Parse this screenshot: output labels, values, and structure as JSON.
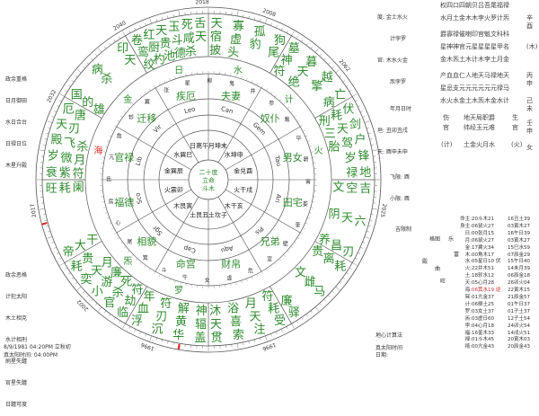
{
  "colors": {
    "star": "#2e8b2e",
    "line": "#555",
    "red": "#d22",
    "text": "#333"
  },
  "left_notes_good": [
    "政余重格",
    "日月御田",
    "水日合台",
    "日禄日位",
    "木星升殿"
  ],
  "left_notes_bad": [
    "政余恶格",
    "计犯太阳",
    "木土相克",
    "水计相刑",
    "刷星失躔",
    "官星失躔",
    "日躔可度"
  ],
  "bottom_left": {
    "date": "8/9/1981 04:20PM 立秋初",
    "solar_time": "真太阳时间: 04:00PM"
  },
  "years": [
    "2040",
    "2032",
    "2017",
    "2002",
    "1996",
    "2008",
    "2018",
    "2062",
    "2025",
    "1996"
  ],
  "houses": [
    [
      "天",
      "寡",
      "孤",
      "狗",
      "宿",
      "虚",
      "豹",
      "尾",
      "披",
      "头"
    ],
    [
      "墓",
      "暮",
      "越",
      "亡",
      "神",
      "天",
      "擎",
      "病",
      "符",
      "绝"
    ],
    [
      "伏",
      "剑",
      "户",
      "锋",
      "地",
      "耗",
      "天",
      "驾",
      "岁",
      "禄",
      "刑",
      "三",
      "胎"
    ],
    [
      "吉",
      "六",
      "刃",
      "空",
      "天",
      "昌",
      "文",
      "阴",
      "养"
    ],
    [
      "耗",
      "马",
      "驿",
      "离",
      "雌",
      "廉",
      "贵",
      "文"
    ],
    [
      "受",
      "注",
      "索",
      "贯",
      "耗",
      "天",
      "喜",
      "天",
      "符",
      "月",
      "浴",
      "沐"
    ],
    [
      "盖",
      "华",
      "沉",
      "浮",
      "辐",
      "黄",
      "刃",
      "血",
      "神",
      "解",
      "符",
      "年"
    ],
    [
      "临",
      "官",
      "小",
      "奕",
      "耗",
      "劫",
      "杀",
      "游",
      "天",
      "贵",
      "符",
      "死",
      "廉",
      "月"
    ],
    [
      "帝",
      "旺",
      "大",
      "耗",
      "干",
      "阑"
    ],
    [
      "衰",
      "岁",
      "殿",
      "天",
      "厄",
      "紫",
      "微",
      "飞",
      "刃",
      "唐",
      "符",
      "月",
      "杀"
    ],
    [
      "国",
      "病",
      "印",
      "的",
      "杀",
      "天",
      "雄"
    ],
    [
      "卷",
      "红",
      "天",
      "玉",
      "死",
      "舌",
      "鸾",
      "厨",
      "贵",
      "斗",
      "咸",
      "天",
      "绞",
      "杓",
      "池",
      "德",
      "杀"
    ]
  ],
  "ring_planets": [
    "日",
    "水",
    "计",
    "火",
    "",
    "",
    "",
    "罗",
    "炁",
    "",
    "海",
    "金"
  ],
  "palaces": [
    "疾厄",
    "夫妻",
    "奴仆",
    "男女",
    "田宅",
    "兄弟",
    "财帛",
    "命宫",
    "相貌",
    "福德",
    "官禄",
    "迁移"
  ],
  "signs": [
    "Leo",
    "Can",
    "Gem",
    "Tau",
    "Ari",
    "Pis",
    "Aqu",
    "Cap",
    "Sgr",
    "Sco",
    "Lib",
    "Vir"
  ],
  "branches": [
    "日离午",
    "月坤未",
    "水坤申",
    "金兑酉",
    "火干戌",
    "木干亥",
    "土坎子",
    "土艮丑",
    "木艮寅",
    "火震卯",
    "金巽辰",
    "水巽巳"
  ],
  "mansions": [
    "张",
    "星",
    "柳",
    "鬼",
    "井",
    "参",
    "觜",
    "毕",
    "昴",
    "胃",
    "娄",
    "奎",
    "壁",
    "室",
    "危",
    "虚",
    "女",
    "牛",
    "斗",
    "箕",
    "尾",
    "心",
    "房",
    "氐",
    "亢",
    "角",
    "轸",
    "翼"
  ],
  "center": {
    "line1": "二十度",
    "line2": "立命",
    "line3": "斗木"
  },
  "info": {
    "du": "度: 金土水火",
    "du2": "计孛罗",
    "guan": "官: 木水火金",
    "guan2": "炁孛罗",
    "ymdh": "年月日时",
    "yuan": "垣: 丑卯丑戌",
    "tian": "天: 酉申未申",
    "feixian": "飞限: 酉",
    "xiaoxian": "小限: 酉",
    "jixian": "吉限制"
  },
  "right_panel": [
    {
      "text": "权四口四朝贝吕吾尾福禄",
      "side": ""
    },
    {
      "text": "水月土金木木孛火罗计炁",
      "side": "辛酉"
    },
    {
      "text": "爵寡禄催喇印官魁文科科",
      "side": ""
    },
    {
      "text": "星神神官元星星星星甲名",
      "side": "(木)"
    },
    {
      "text": "金木炁土木计木孛土月金",
      "side": ""
    },
    {
      "text": "产血血仁人地天马禄地天",
      "side": "丙申"
    },
    {
      "text": "星忌支元元元元元元禄马",
      "side": ""
    },
    {
      "text": "水火水金土木炁木金水计",
      "side": "己未"
    }
  ],
  "right_lower": {
    "c1a": "伤",
    "c1b": "官",
    "c2a": "地天局职爵",
    "c2b": "纬经玉元难",
    "c3a": "生",
    "c3b": "官",
    "c4": "壬申",
    "c5": "(计)",
    "c6": "土金火月水",
    "c7": "(火)",
    "c8": "女"
  },
  "mid_labels": {
    "a": "格图",
    "b": "乐",
    "c": "富",
    "d": "殿",
    "e": "曲",
    "f": "旺",
    "g": "地心计算法",
    "h": "真太阳时间",
    "i": "日期:"
  },
  "positions": [
    [
      "命主:",
      "20斗木21",
      "16丑土39"
    ],
    [
      "身主:",
      "06鼠火27",
      "03寅木27"
    ],
    [
      "日:",
      "00张月15",
      "16午日39"
    ],
    [
      "月:",
      "06鼠火27",
      "03寅木27"
    ],
    [
      "金:",
      "17翼火34",
      "15巳水59"
    ],
    [
      "木:",
      "00角木17",
      "07辰金29"
    ],
    [
      "水:",
      "05星日10 伏",
      "15午日40"
    ],
    [
      "火:",
      "22井木51",
      "14未月39"
    ],
    [
      "土:",
      "18轸水12",
      "06辰金18"
    ],
    [
      "天:",
      "05心月28",
      "26卯火04"
    ],
    [
      "海:",
      "06箕水19 逆",
      "22寅木15"
    ],
    [
      "冥:",
      "01亢金37",
      "21辰金57"
    ],
    [
      "计:",
      "06柳土25",
      "01午日37"
    ],
    [
      "罗:",
      "03女土37",
      "01子土37"
    ],
    [
      "炁:",
      "03虚日60",
      "12子土54"
    ],
    [
      "孛:",
      "04心月18",
      "24卯火54"
    ],
    [
      "福:",
      "16奎木33",
      "14戌火51"
    ],
    [
      "禄:",
      "01斗木45",
      "20寅木03"
    ],
    [
      "禧:",
      "00亢金43",
      "20辰金43"
    ]
  ]
}
